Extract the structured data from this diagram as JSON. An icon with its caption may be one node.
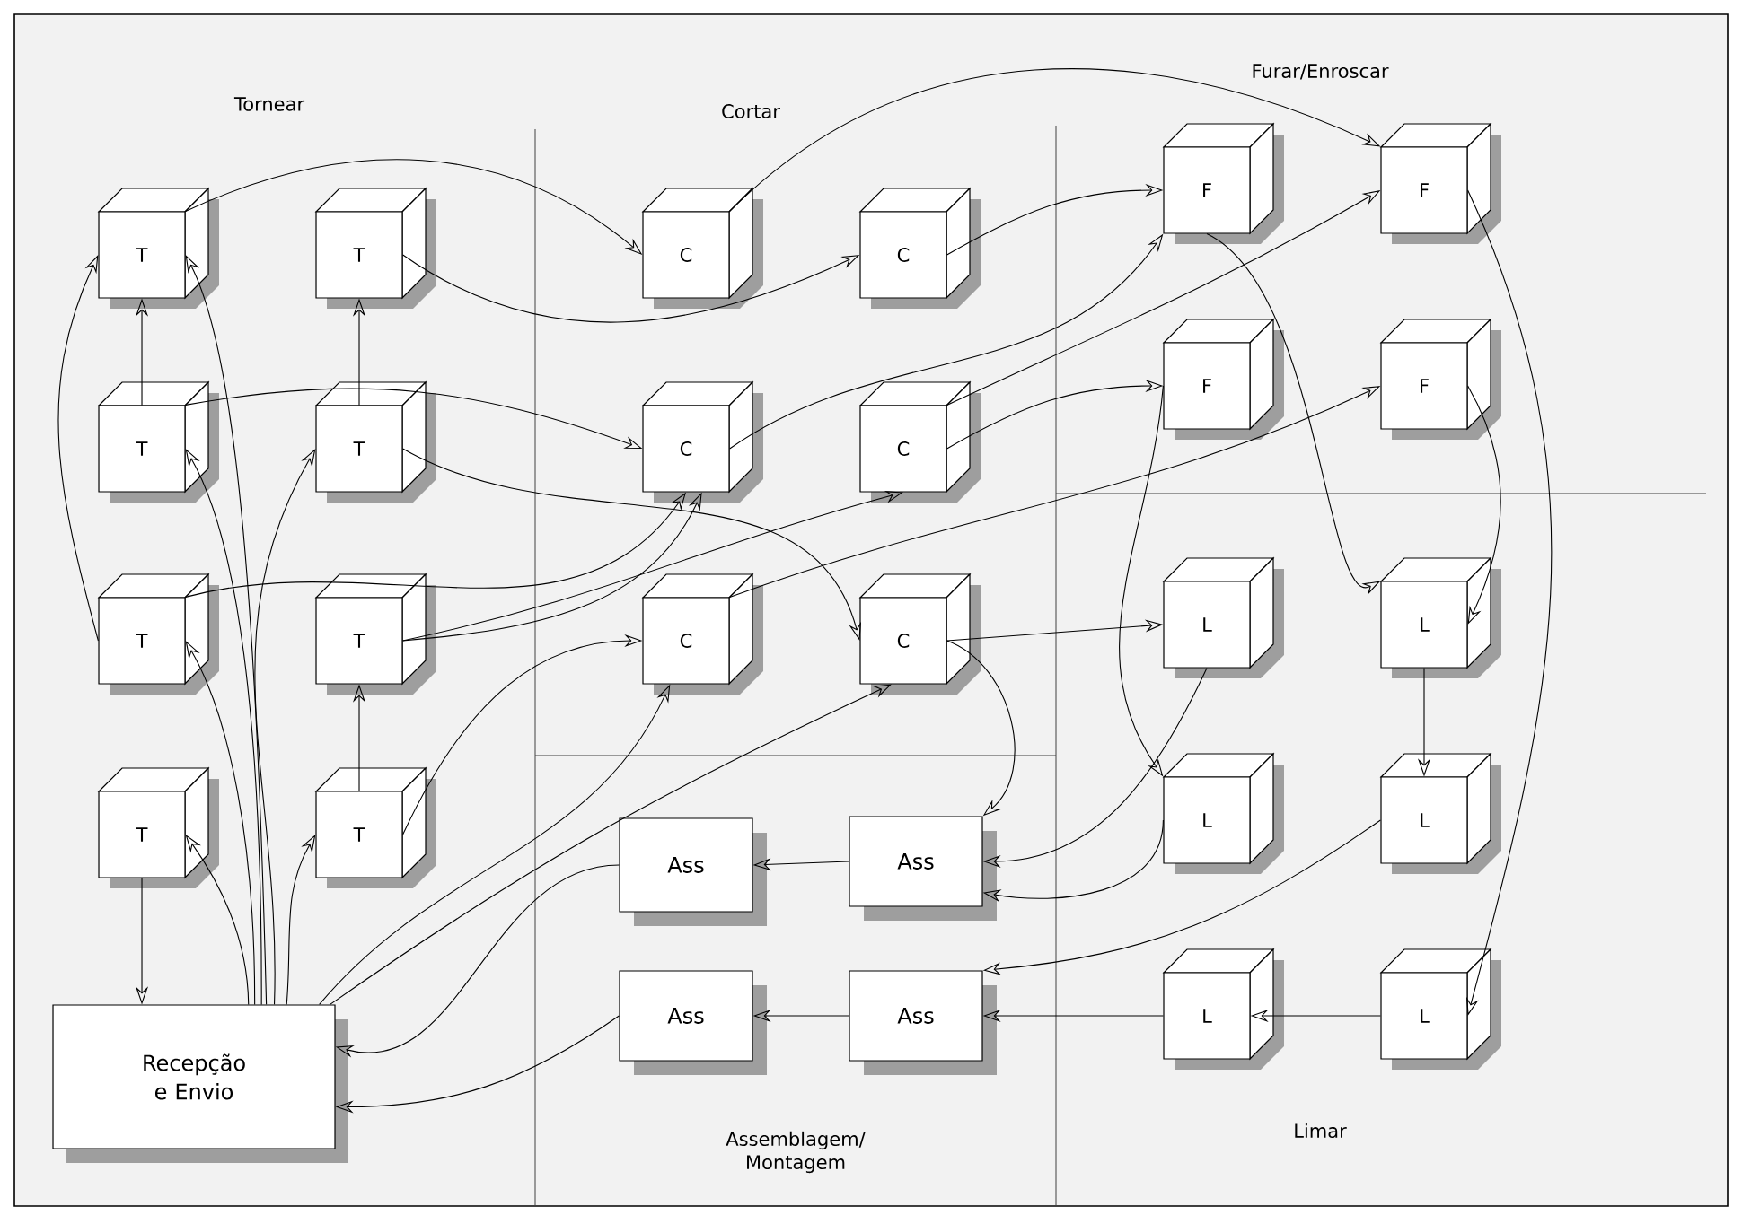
{
  "diagram": {
    "nodes": [
      {
        "text": [
          "T"
        ]
      },
      {
        "text": [
          "T"
        ]
      },
      {
        "text": [
          "T"
        ]
      },
      {
        "text": [
          "T"
        ]
      },
      {
        "text": [
          "T"
        ]
      },
      {
        "text": [
          "T"
        ]
      },
      {
        "text": [
          "T"
        ]
      },
      {
        "text": [
          "T"
        ]
      },
      {
        "text": [
          "Recepção e Envio"
        ]
      },
      {
        "text": [
          "C"
        ]
      },
      {
        "text": [
          "C"
        ]
      },
      {
        "text": [
          "C"
        ]
      },
      {
        "text": [
          "C"
        ]
      },
      {
        "text": [
          "C"
        ]
      },
      {
        "text": [
          "C"
        ]
      },
      {
        "text": [
          "F"
        ]
      },
      {
        "text": [
          "F"
        ]
      },
      {
        "text": [
          "F"
        ]
      },
      {
        "text": [
          "F"
        ]
      },
      {
        "text": [
          "L"
        ]
      },
      {
        "text": [
          "L"
        ]
      },
      {
        "text": [
          "L"
        ]
      },
      {
        "text": [
          "L"
        ]
      },
      {
        "text": [
          "L"
        ]
      },
      {
        "text": [
          "L"
        ]
      },
      {
        "text": [
          "Ass"
        ]
      },
      {
        "text": [
          "Ass"
        ]
      },
      {
        "text": [
          "Ass"
        ]
      },
      {
        "text": [
          "Ass"
        ]
      }
    ],
    "edges": [
      {
        "from": 2,
        "to": 0,
        "arrow": "to"
      },
      {
        "from": 3,
        "to": 1,
        "arrow": "to"
      },
      {
        "from": 7,
        "to": 5,
        "arrow": "to"
      },
      {
        "from": 6,
        "to": 8,
        "arrow": "to"
      },
      {
        "from": 4,
        "to": 0,
        "arrow": "to"
      },
      {
        "from": 8,
        "to": 0,
        "arrow": "to"
      },
      {
        "from": 8,
        "to": 2,
        "arrow": "to"
      },
      {
        "from": 8,
        "to": 4,
        "arrow": "to"
      },
      {
        "from": 8,
        "to": 6,
        "arrow": "to"
      },
      {
        "from": 8,
        "to": 3,
        "arrow": "to"
      },
      {
        "from": 8,
        "to": 7,
        "arrow": "to"
      },
      {
        "from": 8,
        "to": 13,
        "arrow": "to"
      },
      {
        "from": 8,
        "to": 14,
        "arrow": "to"
      },
      {
        "from": 0,
        "to": 9,
        "arrow": "to"
      },
      {
        "from": 1,
        "to": 10,
        "arrow": "to"
      },
      {
        "from": 2,
        "to": 11,
        "arrow": "to"
      },
      {
        "from": 3,
        "to": 14,
        "arrow": "to"
      },
      {
        "from": 4,
        "to": 11,
        "arrow": "to"
      },
      {
        "from": 5,
        "to": 11,
        "arrow": "to"
      },
      {
        "from": 5,
        "to": 12,
        "arrow": "to"
      },
      {
        "from": 13,
        "to": 18,
        "arrow": "to"
      },
      {
        "from": 7,
        "to": 13,
        "arrow": "to"
      },
      {
        "from": 9,
        "to": 16,
        "arrow": "to"
      },
      {
        "from": 10,
        "to": 15,
        "arrow": "to"
      },
      {
        "from": 11,
        "to": 15,
        "arrow": "to"
      },
      {
        "from": 12,
        "to": 16,
        "arrow": "to"
      },
      {
        "from": 12,
        "to": 17,
        "arrow": "to"
      },
      {
        "from": 14,
        "to": 19,
        "arrow": "to"
      },
      {
        "from": 14,
        "to": 26,
        "arrow": "to"
      },
      {
        "from": 15,
        "to": 20,
        "arrow": "to"
      },
      {
        "from": 16,
        "to": 24,
        "arrow": "to"
      },
      {
        "from": 17,
        "to": 21,
        "arrow": "to"
      },
      {
        "from": 18,
        "to": 20,
        "arrow": "to"
      },
      {
        "from": 20,
        "to": 22,
        "arrow": "to"
      },
      {
        "from": 19,
        "to": 26,
        "arrow": "to"
      },
      {
        "from": 21,
        "to": 26,
        "arrow": "to"
      },
      {
        "from": 22,
        "to": 28,
        "arrow": "to"
      },
      {
        "from": 24,
        "to": 23,
        "arrow": "to"
      },
      {
        "from": 23,
        "to": 28,
        "arrow": "to"
      },
      {
        "from": 26,
        "to": 25,
        "arrow": "to"
      },
      {
        "from": 28,
        "to": 27,
        "arrow": "to"
      },
      {
        "from": 25,
        "to": 8,
        "arrow": "to"
      },
      {
        "from": 27,
        "to": 8,
        "arrow": "to"
      }
    ],
    "labels": [
      "Tornear",
      "Cortar",
      "Furar/Enroscar",
      "Assemblagem/ Montagem",
      "Limar"
    ]
  }
}
